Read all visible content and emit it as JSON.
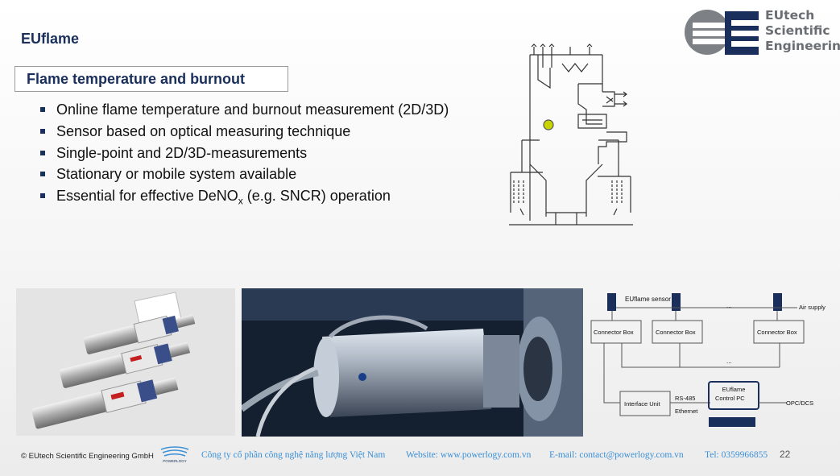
{
  "header": {
    "brand": "EUflame",
    "logo_lines": [
      "EUtech",
      "Scientific",
      "Engineering"
    ],
    "title": "Flame temperature and burnout"
  },
  "bullets": [
    {
      "text": "Online flame temperature and burnout measurement (2D/3D)"
    },
    {
      "text": "Sensor based on optical measuring technique"
    },
    {
      "text": "Single-point and 2D/3D-measurements"
    },
    {
      "text": "Stationary or mobile system available"
    },
    {
      "text_before": "Essential for effective DeNO",
      "subscript": "x",
      "text_after": " (e.g. SNCR) operation"
    }
  ],
  "diagram": {
    "sensor_label": "EUflame sensor",
    "air_label": "Air supply",
    "connector_label": "Connector Box",
    "ellipsis": "...",
    "interface_label": "Interface Unit",
    "rs485": "RS-485",
    "ethernet": "Ethernet",
    "pc_line1": "EUflame",
    "pc_line2": "Control PC",
    "opc": "OPC/DCS"
  },
  "footer": {
    "copyright": "© EUtech Scientific Engineering GmbH",
    "company_vn": "Công ty cổ phần công nghệ năng lượng Việt Nam",
    "website": "Website: www.powerlogy.com.vn",
    "email": "E-mail: contact@powerlogy.com.vn",
    "tel": "Tel: 0359966855",
    "page": "22",
    "powerlogy_mark": "POWERLOGY"
  },
  "colors": {
    "navy": "#1a2f5c",
    "logo_grey": "#6a6e73",
    "indicator": "#c8d400",
    "link_blue": "#3a8fd6"
  }
}
